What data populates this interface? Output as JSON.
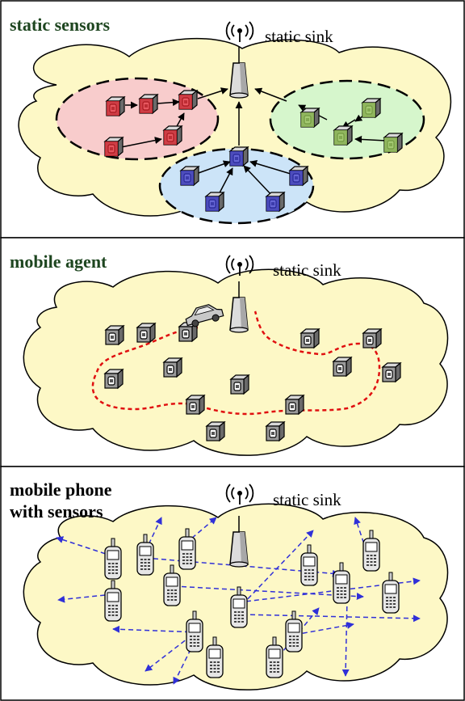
{
  "panels": [
    {
      "title_lines": [
        "static sensors"
      ],
      "sink_label": "static sink",
      "title_color": "#1e4620"
    },
    {
      "title_lines": [
        "mobile agent"
      ],
      "sink_label": "static sink",
      "title_color": "#1e4620"
    },
    {
      "title_lines": [
        "mobile phone",
        "with sensors"
      ],
      "sink_label": "static sink",
      "title_color": "#000000"
    }
  ],
  "colors": {
    "cloud_fill": "#fdf8c6",
    "cluster_red": "#f8cccc",
    "cluster_green": "#d6f6cc",
    "cluster_blue": "#cce4f8",
    "sensor_red": "#e0202a",
    "sensor_green": "#8ebe50",
    "sensor_blue": "#3434c8",
    "sensor_gray": "#9a9a9a",
    "agent_path": "#e01010",
    "phone_links": "#3030d8"
  },
  "icons": [
    "antenna-icon",
    "tower-icon",
    "sensor-node-icon",
    "car-icon",
    "mobile-phone-icon"
  ]
}
